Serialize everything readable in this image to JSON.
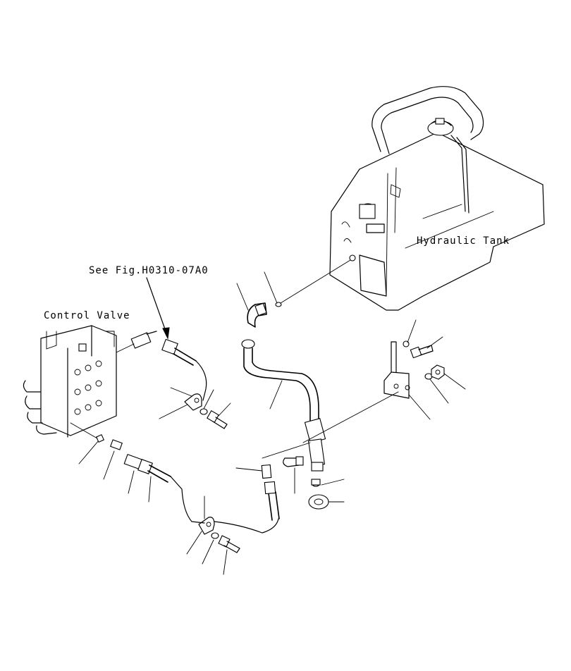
{
  "labels": {
    "hydraulic_tank": "Hydraulic Tank",
    "control_valve": "Control Valve",
    "see_fig": "See Fig.H0310-07A0"
  }
}
